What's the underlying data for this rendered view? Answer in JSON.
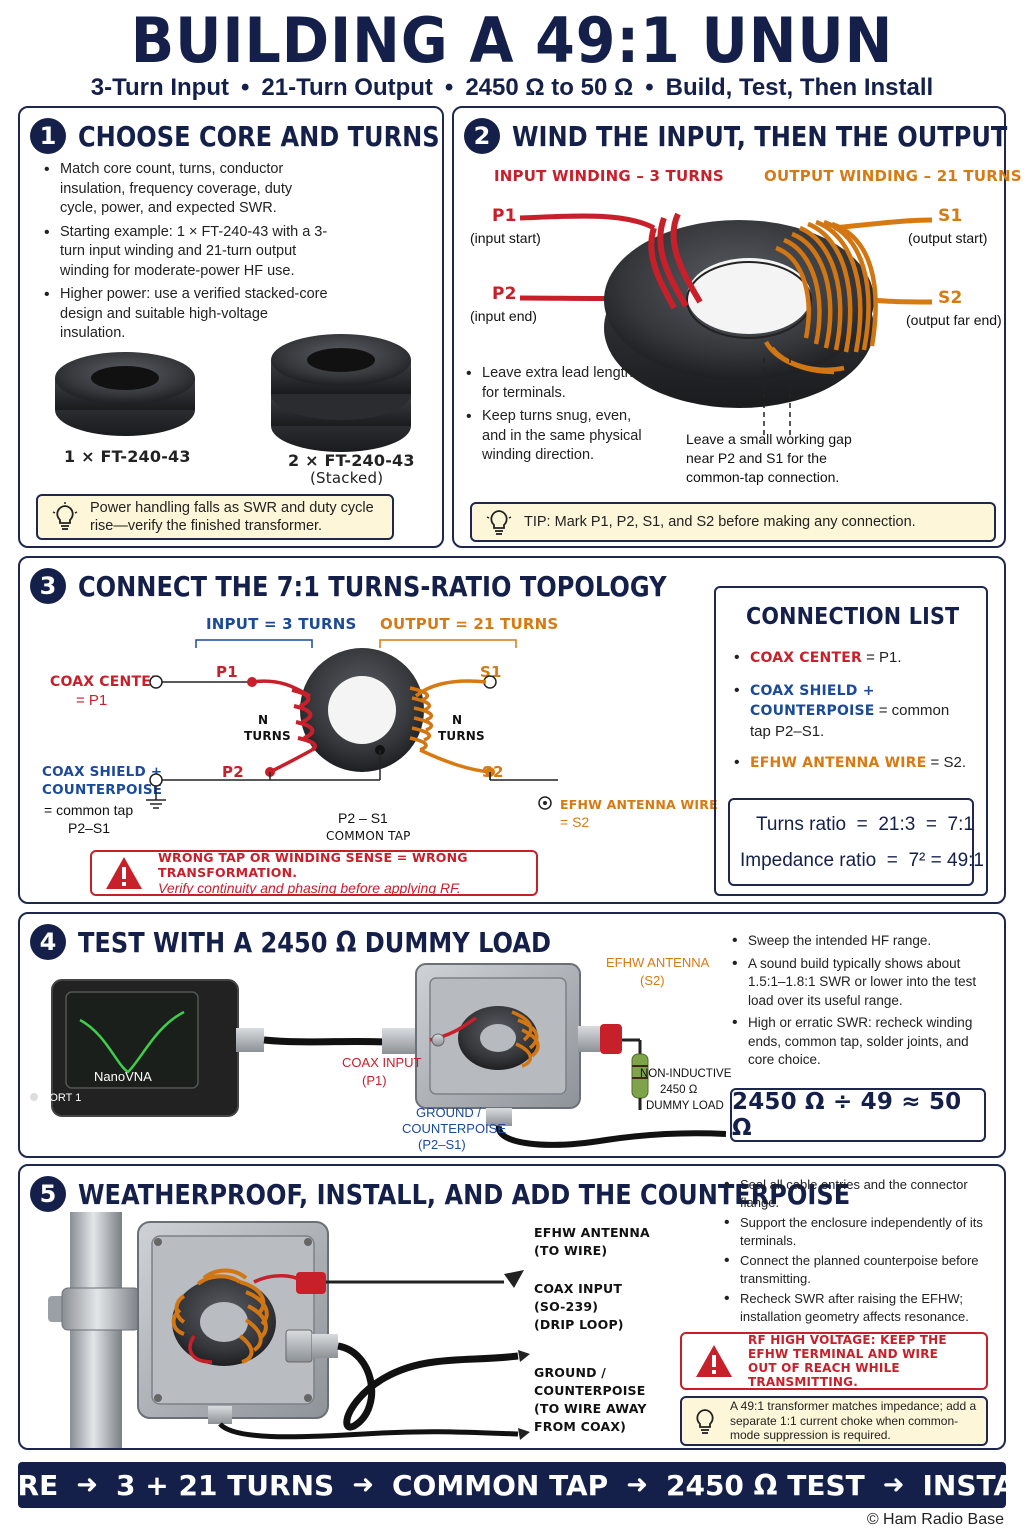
{
  "header": {
    "title": "BUILDING A 49:1 UNUN",
    "subtitle": [
      "3-Turn Input",
      "21-Turn Output",
      "2450 Ω to 50 Ω",
      "Build, Test, Then Install"
    ]
  },
  "colors": {
    "navy": "#14204a",
    "input_red": "#c8202a",
    "output_orange": "#d87a12",
    "tip_yellow": "#fdf6d8"
  },
  "step1": {
    "number": "1",
    "title": "CHOOSE CORE AND TURNS",
    "bullets": [
      "Match core count, turns, conductor insulation, frequency coverage, duty cycle, power, and expected SWR.",
      "Starting example: 1 × FT-240-43 with a 3-turn input winding and 21-turn output winding for moderate-power HF use.",
      "Higher power: use a verified stacked-core design and suitable high-voltage insulation."
    ],
    "core_single_label": "1 × FT-240-43",
    "core_stacked_label": "2 × FT-240-43",
    "core_stacked_sub": "(Stacked)",
    "tip": "Power handling falls as SWR and duty cycle rise—verify the finished transformer."
  },
  "step2": {
    "number": "2",
    "title": "WIND THE INPUT, THEN THE OUTPUT",
    "input_heading": "INPUT WINDING – 3 TURNS",
    "output_heading": "OUTPUT WINDING – 21 TURNS",
    "p1": "P1",
    "p1_desc": "(input start)",
    "p2": "P2",
    "p2_desc": "(input end)",
    "s1": "S1",
    "s1_desc": "(output start)",
    "s2": "S2",
    "s2_desc": "(output far end)",
    "bullets": [
      "Leave extra lead length for terminals.",
      "Keep turns snug, even, and in the same physical winding direction."
    ],
    "gap_note": "Leave a small working gap near P2 and S1 for the common-tap connection.",
    "tip": "TIP: Mark P1, P2, S1, and S2 before making any connection."
  },
  "step3": {
    "number": "3",
    "title": "CONNECT THE 7:1 TURNS-RATIO TOPOLOGY",
    "input_label": "INPUT = 3 TURNS",
    "output_label": "OUTPUT = 21 TURNS",
    "coax_center": "COAX CENTER",
    "coax_center_eq": "= P1",
    "coax_shield": "COAX SHIELD +",
    "counterpoise": "COUNTERPOISE",
    "common_tap_eq": "= common tap",
    "p2s1": "P2–S1",
    "p1": "P1",
    "p2": "P2",
    "s1": "S1",
    "s2": "S2",
    "n_turns": "N",
    "turns_word": "TURNS",
    "common_tap_node": "P2 – S1",
    "common_tap_word": "COMMON TAP",
    "efhw_wire": "EFHW ANTENNA WIRE",
    "efhw_eq": "= S2",
    "warning_line1": "WRONG TAP OR WINDING SENSE = WRONG TRANSFORMATION.",
    "warning_line2": "Verify continuity and phasing before applying RF.",
    "connection_list_title": "CONNECTION LIST",
    "connections": [
      {
        "key": "COAX CENTER",
        "value": " = P1."
      },
      {
        "key": "COAX SHIELD + COUNTERPOISE",
        "value": " = common tap P2–S1."
      },
      {
        "key": "EFHW ANTENNA WIRE",
        "value": " = S2."
      }
    ],
    "turns_ratio": "Turns ratio  =  21:3  =  7:1",
    "impedance_ratio": "Impedance ratio  =  7² = 49:1"
  },
  "step4": {
    "number": "4",
    "title": "TEST WITH A 2450 Ω DUMMY LOAD",
    "vna_name": "NanoVNA",
    "vna_port": "PORT 1",
    "coax_input": "COAX INPUT",
    "coax_input_sub": "(P1)",
    "ground": "GROUND /",
    "ground2": "COUNTERPOISE",
    "ground_sub": "(P2–S1)",
    "efhw_antenna": "EFHW ANTENNA",
    "efhw_sub": "(S2)",
    "load_line1": "NON-INDUCTIVE",
    "load_line2": "2450 Ω",
    "load_line3": "DUMMY LOAD",
    "bullets": [
      "Sweep the intended HF range.",
      "A sound build typically shows about 1.5:1–1.8:1 SWR or lower into the test load over its useful range.",
      "High or erratic SWR: recheck winding ends, common tap, solder joints, and core choice."
    ],
    "equation": "2450 Ω ÷ 49 ≈ 50 Ω"
  },
  "step5": {
    "number": "5",
    "title": "WEATHERPROOF, INSTALL, AND ADD THE COUNTERPOISE",
    "efhw_label1": "EFHW ANTENNA",
    "efhw_label2": "(TO WIRE)",
    "coax_label1": "COAX INPUT",
    "coax_label2": "(SO-239)",
    "coax_label3": "(DRIP LOOP)",
    "ground_label1": "GROUND /",
    "ground_label2": "COUNTERPOISE",
    "ground_label3": "(TO WIRE AWAY",
    "ground_label4": "FROM COAX)",
    "bullets": [
      "Seal all cable entries and the connector flange.",
      "Support the enclosure independently of its terminals.",
      "Connect the planned counterpoise before transmitting.",
      "Recheck SWR after raising the EFHW; installation geometry affects resonance."
    ],
    "warning_line1": "RF HIGH VOLTAGE: KEEP THE",
    "warning_line2": "EFHW TERMINAL AND WIRE",
    "warning_line3": "OUT OF REACH WHILE TRANSMITTING.",
    "tip": "A 49:1 transformer matches impedance; add a separate 1:1 current choke when common-mode suppression is required."
  },
  "footer": {
    "steps": [
      "CORE",
      "3 + 21 TURNS",
      "COMMON TAP",
      "2450 Ω TEST",
      "INSTALL"
    ],
    "credit": "© Ham Radio Base"
  }
}
